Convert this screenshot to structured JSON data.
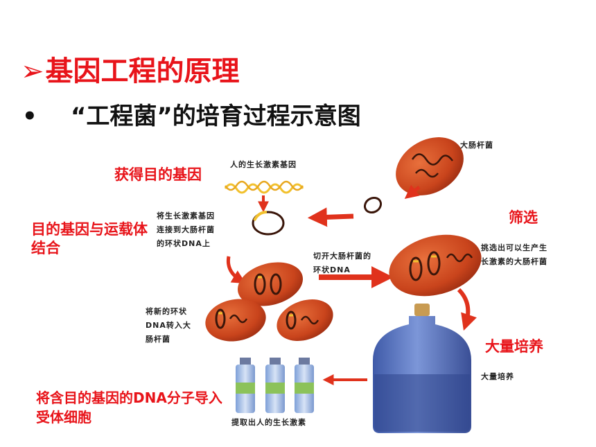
{
  "slide": {
    "title_marker": "➢",
    "title": "基因工程的原理",
    "bullet": "•",
    "subtitle": "“工程菌”的培育过程示意图"
  },
  "steps": {
    "get_gene": "获得目的基因",
    "combine": "目的基因与运载体结合",
    "screen": "筛选",
    "mass_culture": "大量培养",
    "introduce": "将含目的基因的DNA分子导入受体细胞"
  },
  "figure_labels": {
    "ecoli": "大肠杆菌",
    "hgh_gene": "人的生长激素基因",
    "connect_gene": "将生长激素基因连接到大肠杆菌的环状DNA上",
    "cut_plasmid": "切开大肠杆菌的环状DNA",
    "select_bacteria": "挑选出可以生产生长激素的大肠杆菌",
    "transfer_dna": "将新的环状DNA转入大肠杆菌",
    "culture": "大量培养",
    "extract": "提取出人的生长激素"
  },
  "colors": {
    "title_red": "#e8141a",
    "bacterium": "#c9441c",
    "arrow_red": "#e0321c",
    "gene_yellow": "#f2c12e",
    "bottle_blue": "#5a78c4",
    "vial_green": "#8cc25a"
  }
}
